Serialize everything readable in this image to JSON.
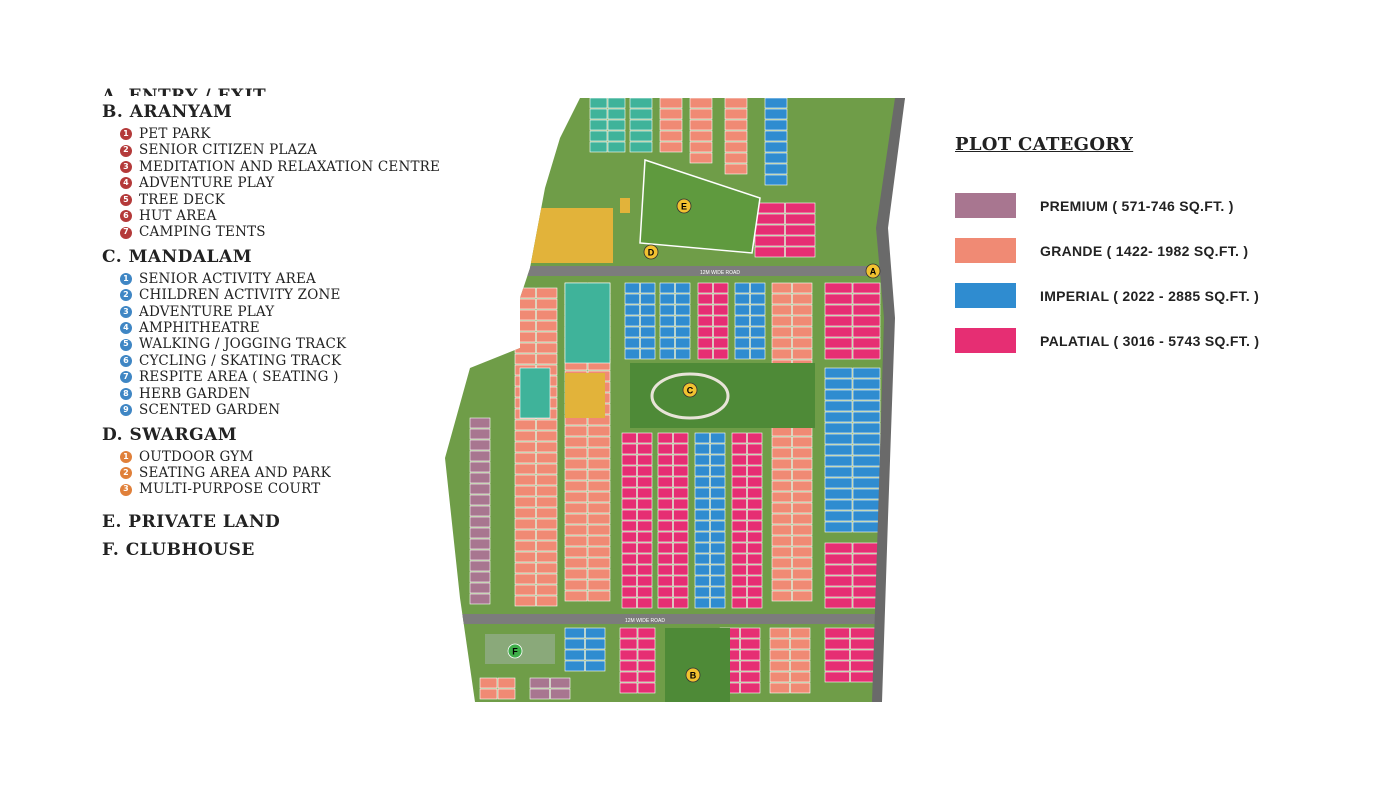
{
  "legend": {
    "cut_heading": "A. ENTRY / EXIT",
    "sections": [
      {
        "title": "B. ARANYAM",
        "num_color": "#b43a3a",
        "items": [
          "PET PARK",
          "SENIOR CITIZEN PLAZA",
          "MEDITATION AND RELAXATION CENTRE",
          "ADVENTURE PLAY",
          "TREE DECK",
          "HUT AREA",
          "CAMPING TENTS"
        ]
      },
      {
        "title": "C. MANDALAM",
        "num_color": "#3f86c4",
        "items": [
          "SENIOR ACTIVITY AREA",
          "CHILDREN ACTIVITY ZONE",
          "ADVENTURE PLAY",
          "AMPHITHEATRE",
          "WALKING / JOGGING TRACK",
          "CYCLING / SKATING TRACK",
          "RESPITE AREA ( SEATING )",
          "HERB GARDEN",
          "SCENTED GARDEN"
        ]
      },
      {
        "title": "D. SWARGAM",
        "num_color": "#e0803a",
        "items": [
          "OUTDOOR GYM",
          "SEATING AREA AND PARK",
          "MULTI-PURPOSE COURT"
        ]
      }
    ],
    "extra_sections": [
      "E. PRIVATE LAND",
      "F. CLUBHOUSE"
    ]
  },
  "map": {
    "road_label_top": "12M WIDE ROAD",
    "road_label_bottom": "12M WIDE ROAD",
    "markers": [
      "A",
      "B",
      "C",
      "D",
      "E",
      "F"
    ]
  },
  "plot_category": {
    "title": "PLOT CATEGORY",
    "items": [
      {
        "label": "PREMIUM ( 571-746 SQ.FT. )",
        "color": "#a87690"
      },
      {
        "label": "GRANDE ( 1422- 1982 SQ.FT. )",
        "color": "#f08a74"
      },
      {
        "label": "IMPERIAL ( 2022 - 2885 SQ.FT. )",
        "color": "#2f8cd0"
      },
      {
        "label": "PALATIAL ( 3016 - 5743 SQ.FT. )",
        "color": "#e62e73"
      }
    ]
  }
}
